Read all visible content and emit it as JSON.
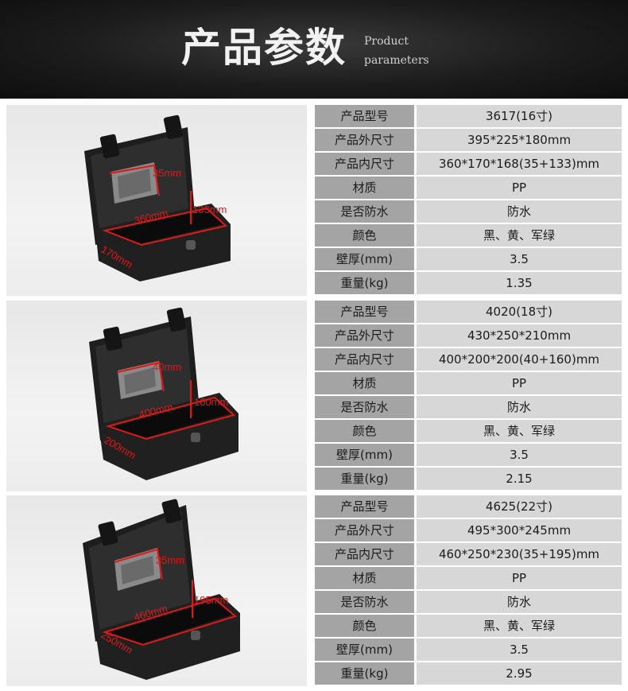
{
  "header": {
    "title": "产品参数",
    "en_line1": "Product",
    "en_line2": "parameters"
  },
  "colors": {
    "header_bg": "#1c1c1c",
    "label_bg": "#a4a4a4",
    "value_bg": "#d7d7d7",
    "measure_line": "#e01818"
  },
  "products": [
    {
      "dims": {
        "d1": "35mm",
        "d2": "360mm",
        "d3": "133mm",
        "d4": "170mm"
      },
      "specs": [
        {
          "label": "产品型号",
          "value": "3617(16寸)"
        },
        {
          "label": "产品外尺寸",
          "value": "395*225*180mm"
        },
        {
          "label": "产品内尺寸",
          "value": "360*170*168(35+133)mm"
        },
        {
          "label": "材质",
          "value": "PP"
        },
        {
          "label": "是否防水",
          "value": "防水"
        },
        {
          "label": "颜色",
          "value": "黑、黄、军绿"
        },
        {
          "label": "壁厚(mm)",
          "value": "3.5"
        },
        {
          "label": "重量(kg)",
          "value": "1.35"
        }
      ]
    },
    {
      "dims": {
        "d1": "40mm",
        "d2": "400mm",
        "d3": "160mm",
        "d4": "200mm"
      },
      "specs": [
        {
          "label": "产品型号",
          "value": "4020(18寸)"
        },
        {
          "label": "产品外尺寸",
          "value": "430*250*210mm"
        },
        {
          "label": "产品内尺寸",
          "value": "400*200*200(40+160)mm"
        },
        {
          "label": "材质",
          "value": "PP"
        },
        {
          "label": "是否防水",
          "value": "防水"
        },
        {
          "label": "颜色",
          "value": "黑、黄、军绿"
        },
        {
          "label": "壁厚(mm)",
          "value": "3.5"
        },
        {
          "label": "重量(kg)",
          "value": "2.15"
        }
      ]
    },
    {
      "dims": {
        "d1": "35mm",
        "d2": "460mm",
        "d3": "195mm",
        "d4": "250mm"
      },
      "specs": [
        {
          "label": "产品型号",
          "value": "4625(22寸)"
        },
        {
          "label": "产品外尺寸",
          "value": "495*300*245mm"
        },
        {
          "label": "产品内尺寸",
          "value": "460*250*230(35+195)mm"
        },
        {
          "label": "材质",
          "value": "PP"
        },
        {
          "label": "是否防水",
          "value": "防水"
        },
        {
          "label": "颜色",
          "value": "黑、黄、军绿"
        },
        {
          "label": "壁厚(mm)",
          "value": "3.5"
        },
        {
          "label": "重量(kg)",
          "value": "2.95"
        }
      ]
    }
  ]
}
